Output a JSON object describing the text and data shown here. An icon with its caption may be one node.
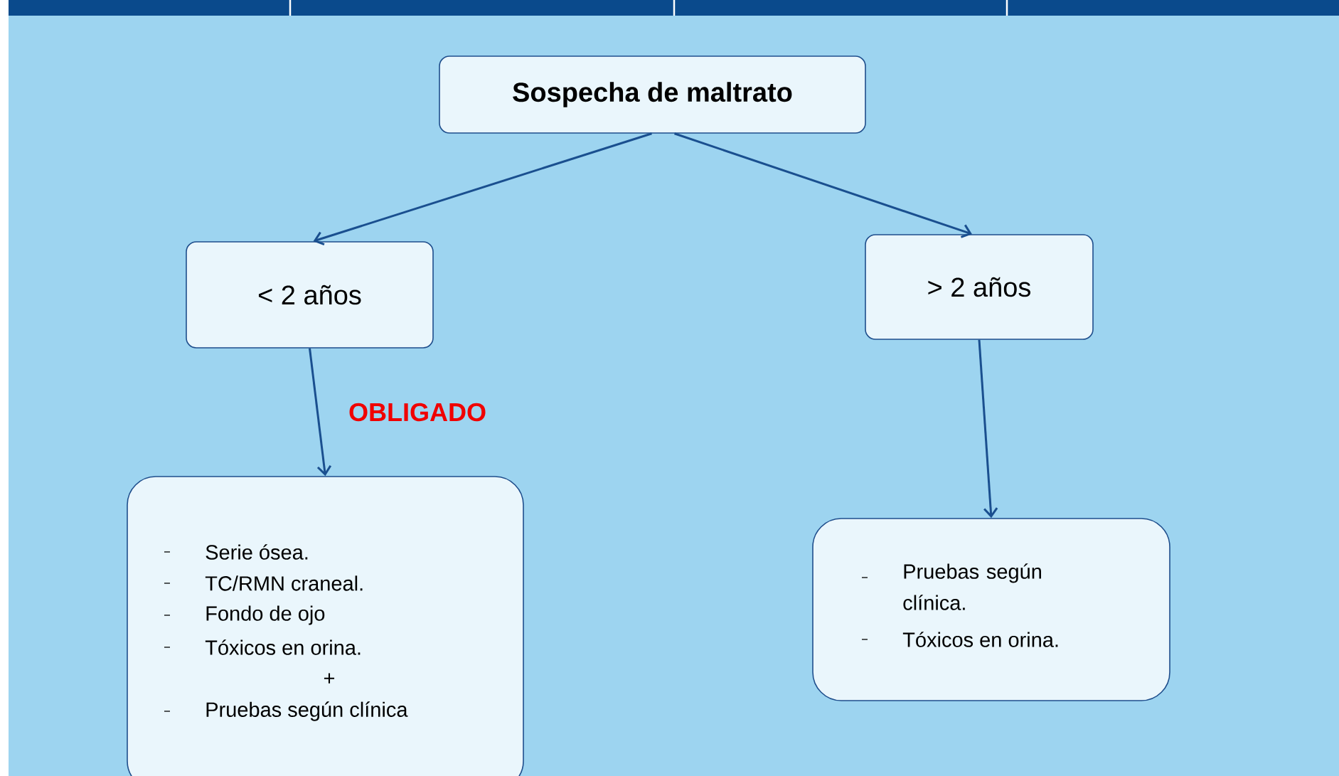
{
  "diagram": {
    "nodes": [
      {
        "text": [
          "Sospecha de maltrato"
        ]
      },
      {
        "text": [
          "< 2 años"
        ]
      },
      {
        "text": [
          "> 2 años"
        ]
      },
      {
        "text": [
          "Serie ósea.",
          "TC/RMN craneal.",
          "Fondo de ojo",
          "Tóxicos en orina.",
          "+",
          "Pruebas según clínica"
        ]
      },
      {
        "text": [
          "Pruebas según clínica.",
          "Tóxicos en orina."
        ]
      }
    ],
    "edges": [
      {
        "from": 0,
        "to": 1,
        "arrow": "to"
      },
      {
        "from": 0,
        "to": 2,
        "arrow": "to"
      },
      {
        "from": 1,
        "to": 3,
        "arrow": "to",
        "label": "OBLIGADO"
      },
      {
        "from": 2,
        "to": 4,
        "arrow": "to"
      }
    ]
  }
}
